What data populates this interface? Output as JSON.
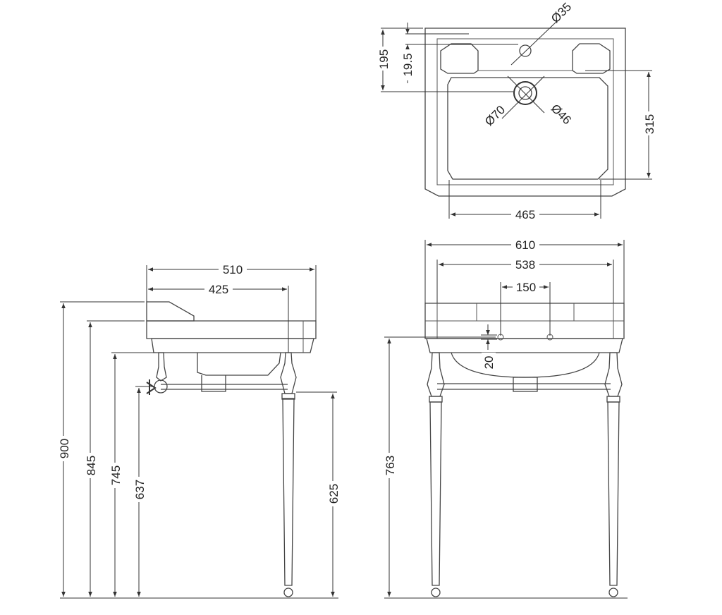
{
  "views": {
    "plan": {
      "dims": {
        "d195": "195",
        "d19_5": "19.5",
        "d315": "315",
        "d465": "465",
        "o35": "Ø35",
        "o70": "Ø70",
        "o46": "Ø46"
      }
    },
    "side": {
      "dims": {
        "d510": "510",
        "d425": "425",
        "d900": "900",
        "d845": "845",
        "d745": "745",
        "d637": "637",
        "d625": "625"
      }
    },
    "front": {
      "dims": {
        "d610": "610",
        "d538": "538",
        "d150": "150",
        "d20": "20",
        "d763": "763"
      }
    }
  }
}
